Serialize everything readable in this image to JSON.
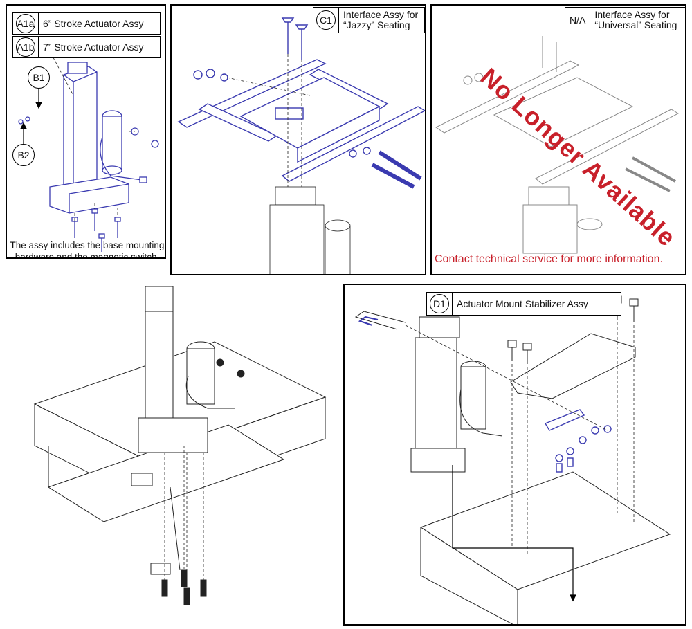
{
  "panels": {
    "a1": {
      "parts": [
        {
          "code": "A1a",
          "label": "6” Stroke Actuator Assy"
        },
        {
          "code": "A1b",
          "label": "7” Stroke Actuator Assy"
        }
      ],
      "bubbles": {
        "b1": "B1",
        "b2": "B2"
      },
      "note_line1": "The assy includes the base mounting",
      "note_line2": "hardware and the magnetic switch."
    },
    "c1": {
      "code": "C1",
      "label_line1": "Interface Assy for",
      "label_line2": "“Jazzy” Seating"
    },
    "na": {
      "code": "N/A",
      "label_line1": "Interface Assy for",
      "label_line2": "“Universal” Seating",
      "stamp": "No Longer Available",
      "contact": "Contact technical service for more information."
    },
    "d1": {
      "code": "D1",
      "label": "Actuator Mount Stabilizer Assy"
    }
  },
  "colors": {
    "highlight": "#3a3ab0",
    "stamp": "#c8202a",
    "line": "#222222"
  }
}
